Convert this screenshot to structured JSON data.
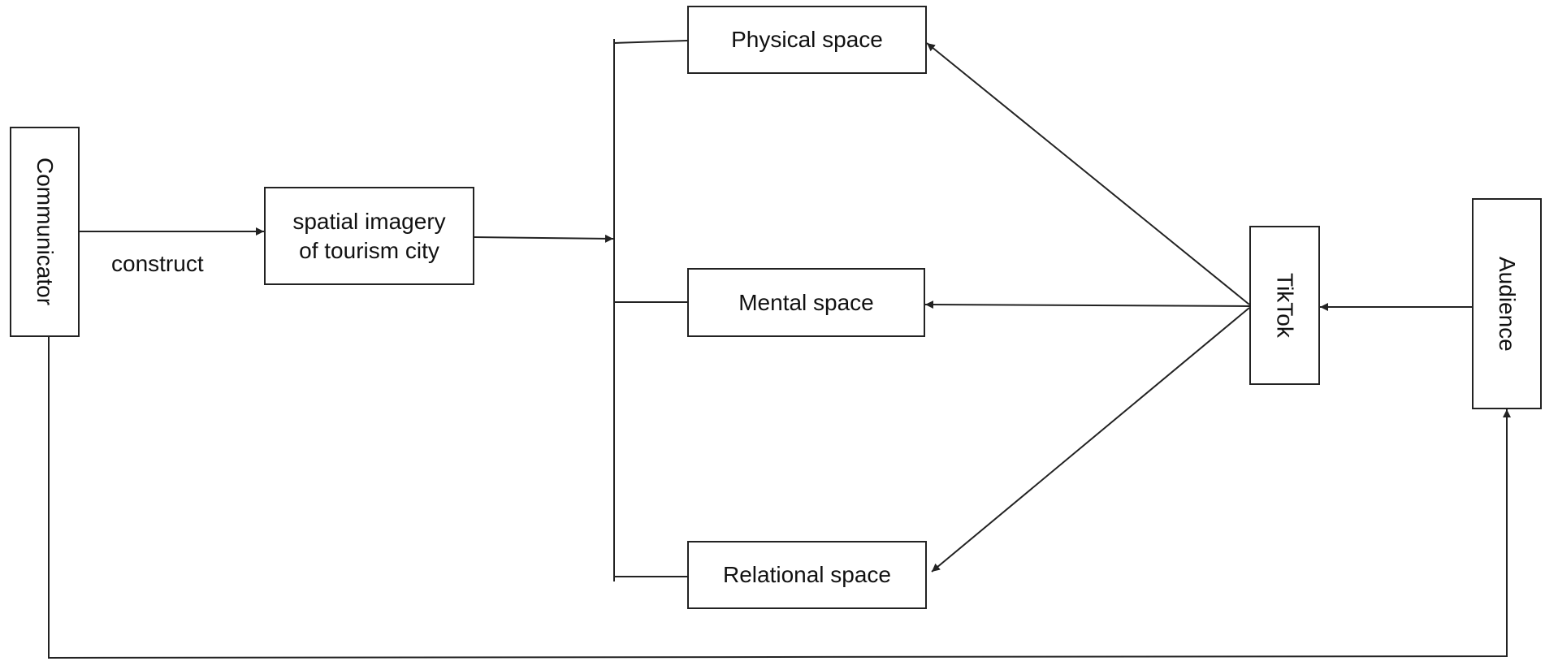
{
  "nodes": {
    "communicator": "Communicator",
    "spatial_imagery": [
      "spatial imagery",
      "of tourism city"
    ],
    "physical_space": "Physical space",
    "mental_space": "Mental space",
    "relational_space": "Relational space",
    "tiktok": "TikTok",
    "audience": "Audience"
  },
  "edges": {
    "construct_label": "construct"
  },
  "colors": {
    "line": "#222222",
    "background": "#ffffff"
  }
}
